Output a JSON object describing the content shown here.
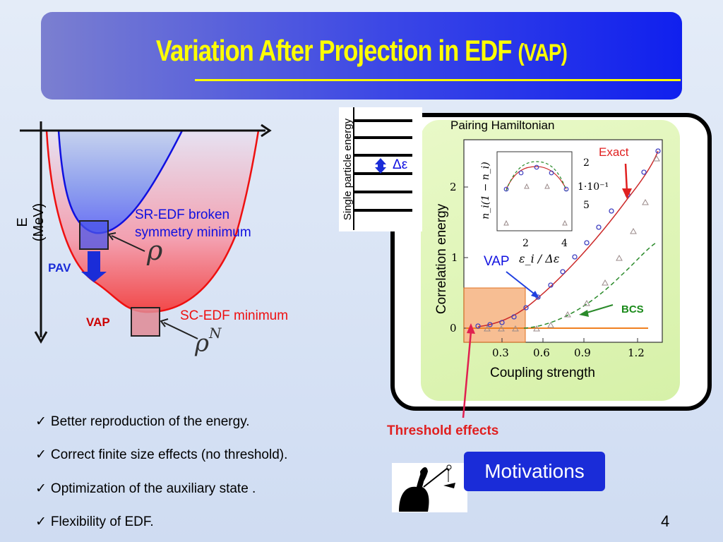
{
  "title": {
    "main": "Variation After Projection in EDF",
    "suffix": "(VAP)"
  },
  "left_diagram": {
    "y_axis_label": "E (MeV)",
    "sr_label_line1": "SR-EDF broken",
    "sr_label_line2": "symmetry minimum",
    "sc_label": "SC-EDF minimum",
    "pav_label": "PAV",
    "vap_label": "VAP",
    "rho": "ρ",
    "rho_n_base": "ρ",
    "rho_n_exp": "N",
    "colors": {
      "blue": "#1010e0",
      "red": "#ee1010",
      "pav": "#1a2cd8",
      "vap": "#cc0000"
    }
  },
  "level_scheme": {
    "axis_label": "Single particle energy",
    "delta_label": "Δε"
  },
  "pairing_plot": {
    "header": "Pairing Hamiltonian",
    "ylabel": "Correlation energy",
    "xlabel": "Coupling strength",
    "x_ticks": [
      "0.3",
      "0.6",
      "0.9",
      "1.2"
    ],
    "y_ticks": [
      "0",
      "1",
      "2"
    ],
    "exact_label": "Exact",
    "vap_label": "VAP",
    "bcs_label": "BCS",
    "inset": {
      "ylabel_text": "n_i(1 − n_i)",
      "xlabel_text": "ε_i / Δε",
      "x_ticks": [
        "2",
        "4"
      ],
      "right_ticks": [
        "2",
        "1·10⁻¹",
        "5"
      ]
    }
  },
  "threshold_label": "Threshold effects",
  "bullets": [
    "Better reproduction of the energy.",
    "Correct finite size effects (no threshold).",
    "Optimization of the auxiliary state .",
    "Flexibility of EDF."
  ],
  "check_mark": "✓",
  "motivations_button": "Motivations",
  "page_number": "4"
}
